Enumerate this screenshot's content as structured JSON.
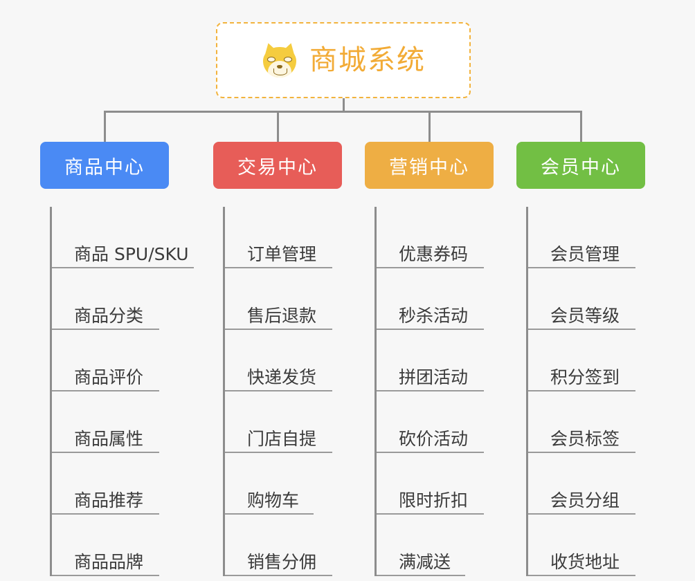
{
  "root": {
    "title": "商城系统",
    "icon": "dog-face-icon",
    "border_color": "#f2b33d",
    "text_color": "#f2ab36",
    "background": "#ffffff"
  },
  "canvas": {
    "background": "#f7f7f7",
    "connector_color": "#8d8d8d",
    "underline_color": "#9a9a9a"
  },
  "categories": [
    {
      "label": "商品中心",
      "color": "#4a8af4",
      "items": [
        {
          "label": "商品 SPU/SKU",
          "underline_width": 205
        },
        {
          "label": "商品分类",
          "underline_width": 155
        },
        {
          "label": "商品评价",
          "underline_width": 155
        },
        {
          "label": "商品属性",
          "underline_width": 155
        },
        {
          "label": "商品推荐",
          "underline_width": 155
        },
        {
          "label": "商品品牌",
          "underline_width": 155
        }
      ]
    },
    {
      "label": "交易中心",
      "color": "#e75d58",
      "items": [
        {
          "label": "订单管理",
          "underline_width": 155
        },
        {
          "label": "售后退款",
          "underline_width": 155
        },
        {
          "label": "快递发货",
          "underline_width": 155
        },
        {
          "label": "门店自提",
          "underline_width": 155
        },
        {
          "label": "购物车",
          "underline_width": 128
        },
        {
          "label": "销售分佣",
          "underline_width": 155
        }
      ]
    },
    {
      "label": "营销中心",
      "color": "#eeae44",
      "items": [
        {
          "label": "优惠券码",
          "underline_width": 155
        },
        {
          "label": "秒杀活动",
          "underline_width": 155
        },
        {
          "label": "拼团活动",
          "underline_width": 155
        },
        {
          "label": "砍价活动",
          "underline_width": 155
        },
        {
          "label": "限时折扣",
          "underline_width": 155
        },
        {
          "label": "满减送",
          "underline_width": 128
        }
      ]
    },
    {
      "label": "会员中心",
      "color": "#72bf44",
      "items": [
        {
          "label": "会员管理",
          "underline_width": 155
        },
        {
          "label": "会员等级",
          "underline_width": 155
        },
        {
          "label": "积分签到",
          "underline_width": 155
        },
        {
          "label": "会员标签",
          "underline_width": 155
        },
        {
          "label": "会员分组",
          "underline_width": 155
        },
        {
          "label": "收货地址",
          "underline_width": 155
        }
      ]
    }
  ]
}
